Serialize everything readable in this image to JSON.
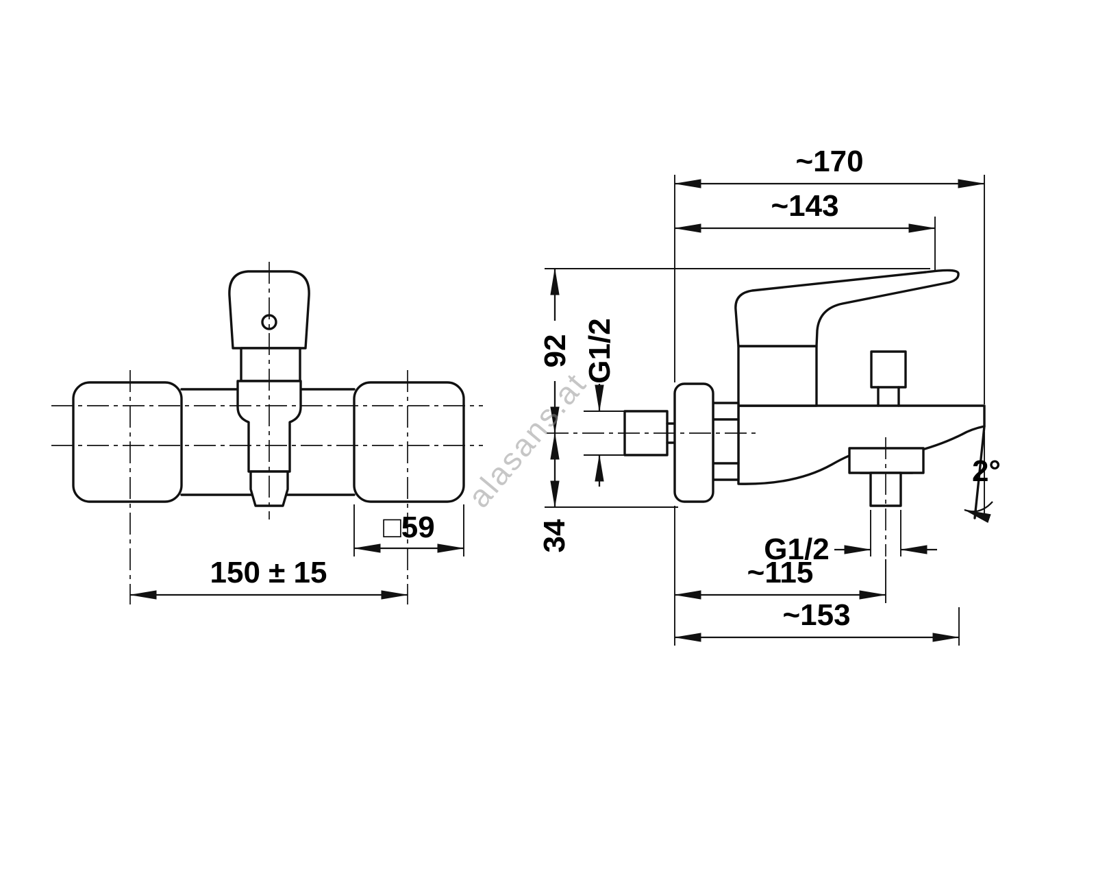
{
  "watermark": "alasans.at",
  "front_view": {
    "dim_square": "□59",
    "dim_centers": "150 ± 15"
  },
  "side_view": {
    "dim_depth_total": "~170",
    "dim_depth_handle": "~143",
    "dim_height_above_inlet": "92",
    "dim_inlet_thread": "G1/2",
    "dim_height_below_inlet": "34",
    "dim_outlet_thread": "G1/2",
    "dim_outlet_reach": "~115",
    "dim_overall_reach": "~153",
    "dim_tilt_angle": "2°"
  }
}
